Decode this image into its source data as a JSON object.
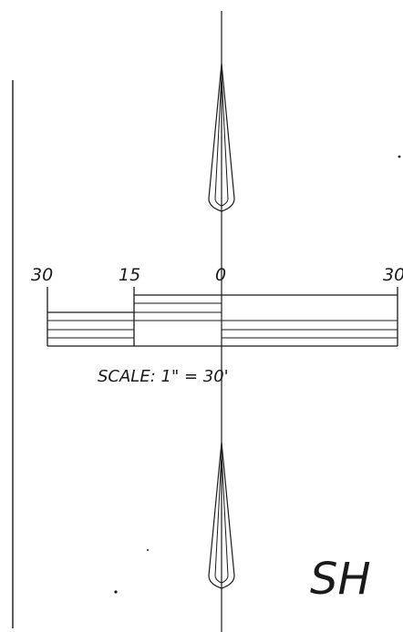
{
  "scale_bar": {
    "ticks": [
      "30",
      "15",
      "0",
      "30"
    ],
    "caption": "SCALE: 1\" = 30'"
  },
  "sheet_text": "SH",
  "colors": {
    "ink": "#1a1a1a",
    "paper": "#ffffff"
  },
  "icons": {
    "north_arrow_top": "north-arrow",
    "north_arrow_bottom": "north-arrow"
  }
}
